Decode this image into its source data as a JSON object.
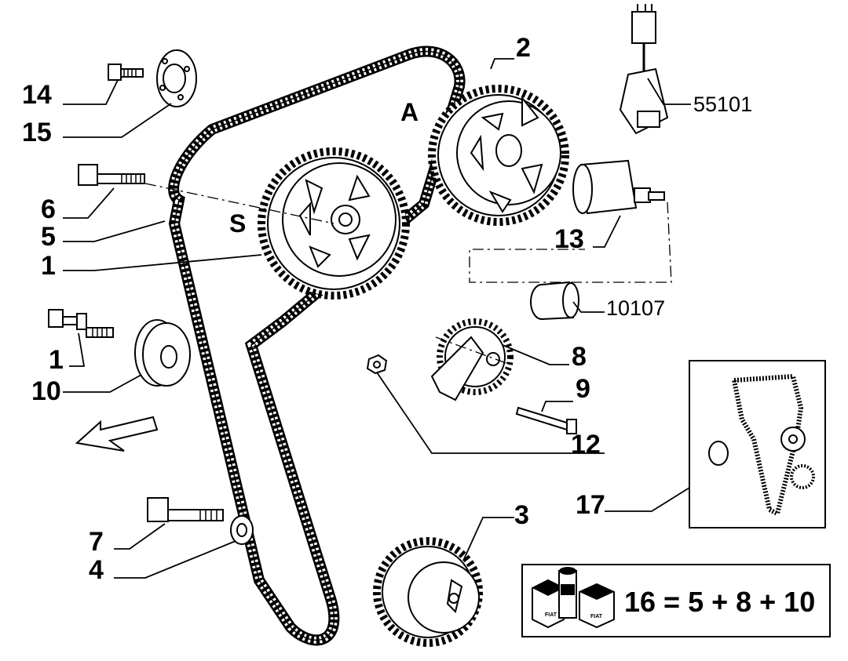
{
  "labels": {
    "part_14": "14",
    "part_15": "15",
    "part_6": "6",
    "part_5": "5",
    "part_1_top": "1",
    "part_1_bolt": "1",
    "part_10": "10",
    "part_7": "7",
    "part_4": "4",
    "part_2": "2",
    "part_13": "13",
    "part_8": "8",
    "part_9": "9",
    "part_12": "12",
    "part_3": "3",
    "part_17": "17",
    "part_55101": "55101",
    "part_10107": "10107"
  },
  "markers": {
    "exhaust": "A",
    "intake": "S"
  },
  "kit": {
    "formula": "16 = 5 + 8 + 10",
    "box_text": "FIAT"
  }
}
